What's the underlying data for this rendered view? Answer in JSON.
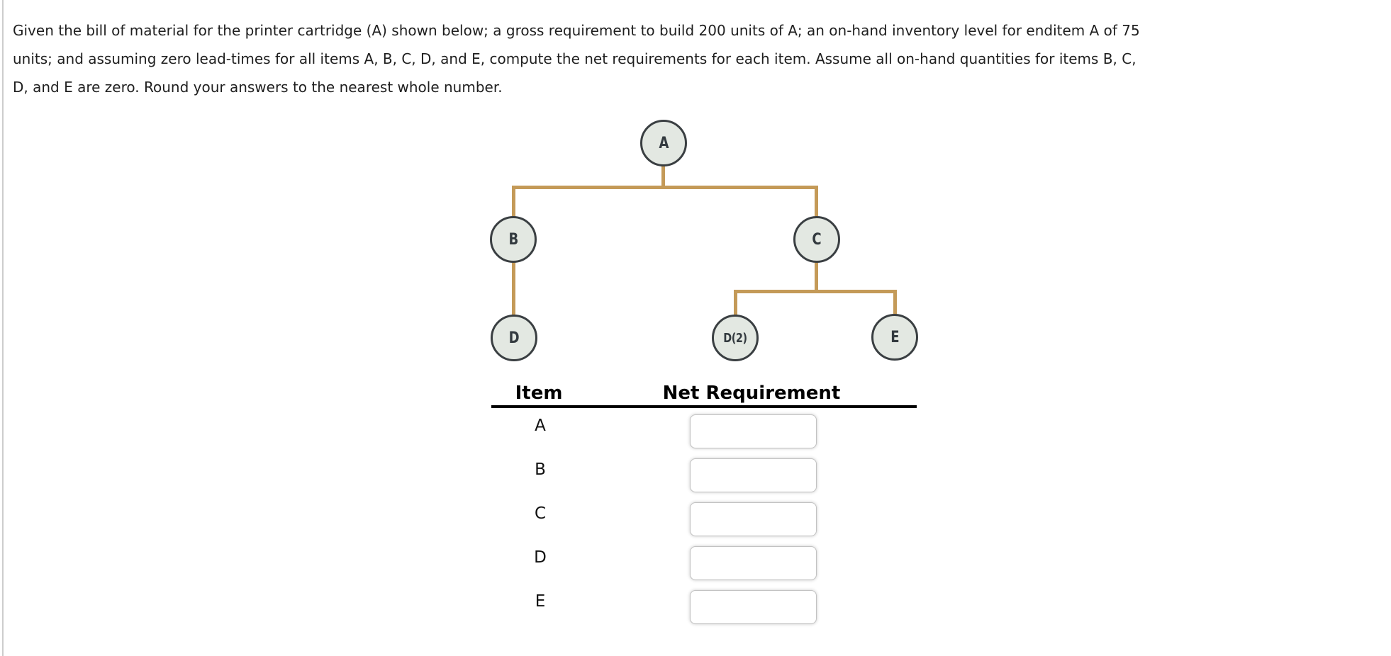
{
  "question": {
    "lines": [
      "Given the bill of material for the printer cartridge (A) shown below; a gross requirement to build 200 units of A; an on-hand inventory level for enditem A of 75",
      "units; and assuming zero lead-times for all items A, B, C, D, and E, compute the net requirements for each item. Assume all on-hand quantities for items B, C,",
      "D, and E are zero. Round your answers to the nearest whole number."
    ]
  },
  "bom_tree": {
    "description": "product-structure-tree",
    "nodes": [
      {
        "id": "A",
        "label": "A",
        "parent": null,
        "quantity_per": 1
      },
      {
        "id": "B",
        "label": "B",
        "parent": "A",
        "quantity_per": 1
      },
      {
        "id": "C",
        "label": "C",
        "parent": "A",
        "quantity_per": 1
      },
      {
        "id": "D",
        "label": "D",
        "parent": "B",
        "quantity_per": 1
      },
      {
        "id": "D2",
        "label": "D(2)",
        "parent": "C",
        "quantity_per": 2
      },
      {
        "id": "E",
        "label": "E",
        "parent": "C",
        "quantity_per": 1
      }
    ]
  },
  "answer_table": {
    "headers": {
      "item": "Item",
      "net_requirement": "Net Requirement"
    },
    "rows": [
      {
        "item": "A",
        "value": ""
      },
      {
        "item": "B",
        "value": ""
      },
      {
        "item": "C",
        "value": ""
      },
      {
        "item": "D",
        "value": ""
      },
      {
        "item": "E",
        "value": ""
      }
    ]
  },
  "colors": {
    "connector": "#c49a58",
    "node_fill": "#e3e8e2",
    "node_border": "#3a3f42",
    "header_rule": "#000000",
    "input_border": "#c2c2c2",
    "page_left_border": "#cdcdcd"
  }
}
